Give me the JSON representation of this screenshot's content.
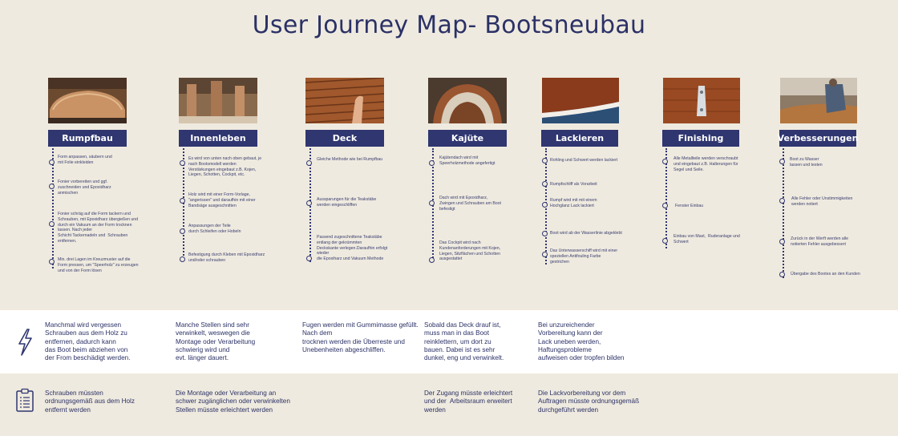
{
  "title": "User Journey Map- Bootsneubau",
  "stages": [
    {
      "label": "Rumpfbau",
      "steps": [
        "Form anpassen, säubern und\nmit Folie einkleiden",
        "Fonier vorbereiten und ggf.\nzuschneiden und Epoxidharz\nanmischen",
        "Fonier schräg auf die Form tackern und\nSchrauben, mit Epoxidharz übergießen und\ndurch ein Vakuum an der Form trocknen\nlassen. Nach jeder\nSchicht Tackernadeln und  Schrauben\nentfernen.",
        "Min. drei Lagen im Kreuzmuster auf die\nForm pressen, um \"Speerholz\" zu erzeugen\nund von der Form lösen"
      ]
    },
    {
      "label": "Innenleben",
      "steps": [
        "Es wird von unten nach oben gebaut, je\nnach Bootsmodell werden\nVerstärkungen eingebaut z.B. Kojen,\nLiegen, Schotten, Cockpit, etc.",
        "Holz wird mit einer Form-Vorlage,\n\"angerissen\" und daraufhin mit einer\nBandsäge ausgeschnitten",
        "Anpassungen der Teile\ndurch Schleifen oder Hobeln",
        "Befestigung durch Kleben mit Epoxidharz\nund/oder schrauben"
      ]
    },
    {
      "label": "Deck",
      "steps": [
        "Gleiche Methode wie bei Rumpfbau",
        "Aussparungen für die Teakstäbe\nwerden eingeschliffen",
        "Passend zugeschnittene Teakstäbe\nentlang der gekrümmten\nDeckskante verlegen.Daraufhin erfolgt\nwieder\ndie Epoxiharz und Vakuum Methode"
      ]
    },
    {
      "label": "Kajüte",
      "steps": [
        "Kajütendach wird mit\nSpeerholzmethode angefertigt",
        "Dach wird mit Epoxidharz,\nZwingen und Schrauben am Boot\nbefestigt",
        "Das Cockpit wird nach\nKundenanforderungen mit Kojen,\nLiegen, Sitzflächen und Schotten\nausgestattet"
      ]
    },
    {
      "label": "Lackieren",
      "steps": [
        "Rohling und Schwert werden lackiert",
        "Rumpfschliff als Vorarbeit",
        "Rumpf wird mit mit einem\nHochglanz Lack lackiert",
        "Boot wird ab der Wasserlinie abgeklebt",
        "Das Unterwasserschiff wird mit einer\nspeziellen Antifouling Farbe\ngestrichen"
      ]
    },
    {
      "label": "Finishing",
      "steps": [
        "Alle Metallteile werden verschraubt\nund eingebaut z.B. Halterungen für\nSegel und Seile.",
        "Fenster Einbau",
        "Einbau von Mast,  Ruderanlage und\nSchwert"
      ]
    },
    {
      "label": "Verbesserungen",
      "steps": [
        "Boot zu Wasser\nlassen und testen",
        "Alle Fehler oder Unstimmigkeiten\nwerden notiert",
        "Zurück in der Werft werden alle\nnotierten Fehler ausgebessert",
        "Übergabe des Bootes an den Kunden"
      ]
    }
  ],
  "pain_points": [
    "Manchmal wird vergessen\nSchrauben aus dem Holz zu\nentfernen, dadurch kann\ndas Boot beim abziehen von\nder From beschädigt werden.",
    "Manche Stellen sind sehr\nverwinkelt, weswegen die\nMontage oder Verarbeitung\nschwierig wird und\nevt. länger dauert.",
    "Fugen werden mit Gummimasse gefüllt.\nNach dem\ntrocknen werden die Überreste und\nUnebenheiten abgeschliffen.",
    "Sobald das Deck drauf ist,\nmuss man in das Boot\nreinklettern, um dort zu\nbauen. Dabei ist es sehr\ndunkel, eng und verwinkelt.",
    "Bei unzureichender\nVorbereitung kann der\nLack uneben werden,\nHaftungsprobleme\naufweisen oder tropfen bilden"
  ],
  "improvements": [
    "Schrauben müssten\nordnungsgemäß aus dem Holz\nentfernt werden",
    "Die Montage oder Verarbeitung an\nschwer zugänglichen oder verwinkelten\nStellen müsste erleichtert werden",
    "Der Zugang müsste erleichtert\nund der  Arbeitsraum erweitert\nwerden",
    "Die Lackvorbereitung vor dem\nAuftragen müsste ordnungsgemäß\ndurchgeführt werden"
  ],
  "icons": {
    "pain": "lightning-icon",
    "improvement": "clipboard-icon"
  },
  "colors": {
    "navy": "#2f3670",
    "background": "#efeadf",
    "band": "#ffffff"
  }
}
